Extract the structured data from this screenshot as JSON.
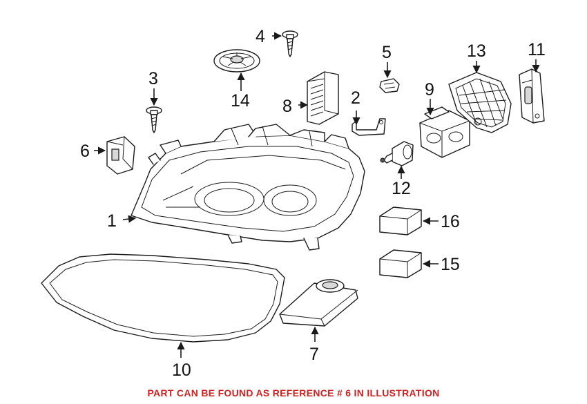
{
  "diagram": {
    "callouts": [
      "1",
      "2",
      "3",
      "4",
      "5",
      "6",
      "7",
      "8",
      "9",
      "10",
      "11",
      "12",
      "13",
      "14",
      "15",
      "16"
    ],
    "parts": [
      {
        "ref": "1",
        "icon": "headlight-assembly-icon"
      },
      {
        "ref": "2",
        "icon": "mounting-bracket-icon"
      },
      {
        "ref": "3",
        "icon": "screw-icon"
      },
      {
        "ref": "4",
        "icon": "screw-icon"
      },
      {
        "ref": "5",
        "icon": "clip-nut-icon"
      },
      {
        "ref": "6",
        "icon": "module-icon"
      },
      {
        "ref": "7",
        "icon": "xenon-control-unit-icon"
      },
      {
        "ref": "8",
        "icon": "led-module-icon"
      },
      {
        "ref": "9",
        "icon": "igniter-module-icon"
      },
      {
        "ref": "10",
        "icon": "headlight-lens-gasket-icon"
      },
      {
        "ref": "11",
        "icon": "cover-cap-icon"
      },
      {
        "ref": "12",
        "icon": "bulb-icon"
      },
      {
        "ref": "13",
        "icon": "rear-cover-icon"
      },
      {
        "ref": "14",
        "icon": "grommet-icon"
      },
      {
        "ref": "15",
        "icon": "repair-kit-box-icon"
      },
      {
        "ref": "16",
        "icon": "repair-kit-box-icon"
      }
    ]
  },
  "footer": {
    "note": "PART CAN BE FOUND AS REFERENCE # 6 IN ILLUSTRATION",
    "color": "#cc2222"
  },
  "colors": {
    "line": "#1a1a1a",
    "background": "#ffffff"
  }
}
